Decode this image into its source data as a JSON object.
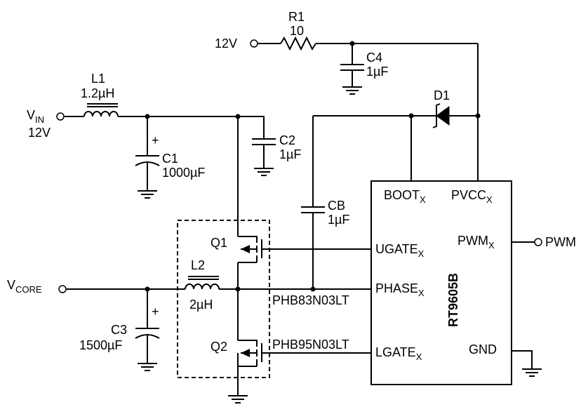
{
  "supply": {
    "pvcc_in": "12V",
    "vin_main": "V",
    "vin_sub": "IN",
    "vin_value": "12V",
    "vcore_main": "V",
    "vcore_sub": "CORE",
    "pwm_out": "PWM"
  },
  "components": {
    "r1": {
      "name": "R1",
      "value": "10"
    },
    "c4": {
      "name": "C4",
      "value": "1µF"
    },
    "d1": {
      "name": "D1"
    },
    "l1": {
      "name": "L1",
      "value": "1.2µH"
    },
    "c1": {
      "name": "C1",
      "value": "1000µF",
      "polarity": "+"
    },
    "c2": {
      "name": "C2",
      "value": "1µF"
    },
    "cb": {
      "name": "CB",
      "value": "1µF"
    },
    "q1": {
      "name": "Q1",
      "part": "PHB83N03LT"
    },
    "q2": {
      "name": "Q2",
      "part": "PHB95N03LT"
    },
    "l2": {
      "name": "L2",
      "value": "2µH"
    },
    "c3": {
      "name": "C3",
      "value": "1500µF",
      "polarity": "+"
    }
  },
  "ic": {
    "name": "RT9605B",
    "pins": {
      "boot": {
        "main": "BOOT",
        "sub": "X"
      },
      "pvcc": {
        "main": "PVCC",
        "sub": "X"
      },
      "ugate": {
        "main": "UGATE",
        "sub": "X"
      },
      "pwm": {
        "main": "PWM",
        "sub": "X"
      },
      "phase": {
        "main": "PHASE",
        "sub": "X"
      },
      "lgate": {
        "main": "LGATE",
        "sub": "X"
      },
      "gnd": {
        "main": "GND"
      }
    }
  }
}
